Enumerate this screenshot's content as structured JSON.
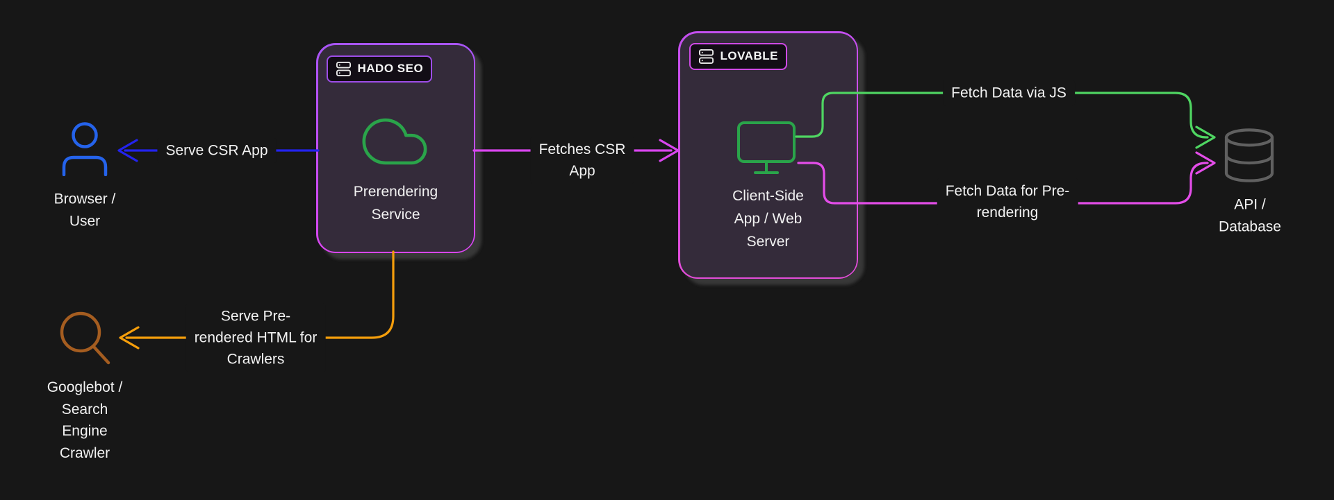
{
  "diagram": {
    "background": "#171717",
    "text_color": "#f2f2f2",
    "node_fill": "#342b3a",
    "shadow_color": "#7d7d7d"
  },
  "services": [
    {
      "id": "prerendering-service",
      "badge": "HADO SEO",
      "label": [
        "Prerendering",
        "Service"
      ],
      "icon": "cloud-icon",
      "icon_color": "#2aa44a",
      "border_top": "#a855f7",
      "border_bottom": "#d946ef",
      "badge_icon": "server-icon",
      "badge_icon_color": "#e8e8e8"
    },
    {
      "id": "client-side-app",
      "badge": "LOVABLE",
      "label": [
        "Client-Side",
        "App / Web",
        "Server"
      ],
      "icon": "monitor-icon",
      "icon_color": "#2aa44a",
      "border_top": "#c44ff0",
      "border_bottom": "#e44dd9",
      "badge_icon": "server-icon",
      "badge_icon_color": "#e8e8e8"
    }
  ],
  "actors": [
    {
      "id": "browser-user",
      "label": [
        "Browser /",
        "User"
      ],
      "icon": "user-icon",
      "icon_color": "#2563eb"
    },
    {
      "id": "googlebot-crawler",
      "label": [
        "Googlebot /",
        "Search",
        "Engine",
        "Crawler"
      ],
      "icon": "search-icon",
      "icon_color": "#a55d20"
    },
    {
      "id": "api-database",
      "label": [
        "API /",
        "Database"
      ],
      "icon": "database-icon",
      "icon_color": "#606060"
    }
  ],
  "edges": [
    {
      "id": "serve-csr-app",
      "label": "Serve CSR App",
      "color": "#2323ee",
      "from": "Prerendering Service",
      "to": "Browser / User"
    },
    {
      "id": "fetches-csr-app",
      "label": [
        "Fetches CSR",
        "App"
      ],
      "color": "#d946ef",
      "from": "Prerendering Service",
      "to": "Client-Side App / Web Server"
    },
    {
      "id": "serve-prerendered-html",
      "label": [
        "Serve Pre-",
        "rendered HTML for",
        "Crawlers"
      ],
      "color": "#f59e0b",
      "from": "Prerendering Service",
      "to": "Googlebot / Search Engine Crawler"
    },
    {
      "id": "fetch-data-via-js",
      "label": "Fetch Data via JS",
      "color": "#4fd662",
      "from": "Client-Side App / Web Server",
      "to": "API / Database"
    },
    {
      "id": "fetch-data-for-prerendering",
      "label": [
        "Fetch Data for Pre-",
        "rendering"
      ],
      "color": "#e44de9",
      "from": "Client-Side App / Web Server",
      "to": "API / Database"
    }
  ]
}
